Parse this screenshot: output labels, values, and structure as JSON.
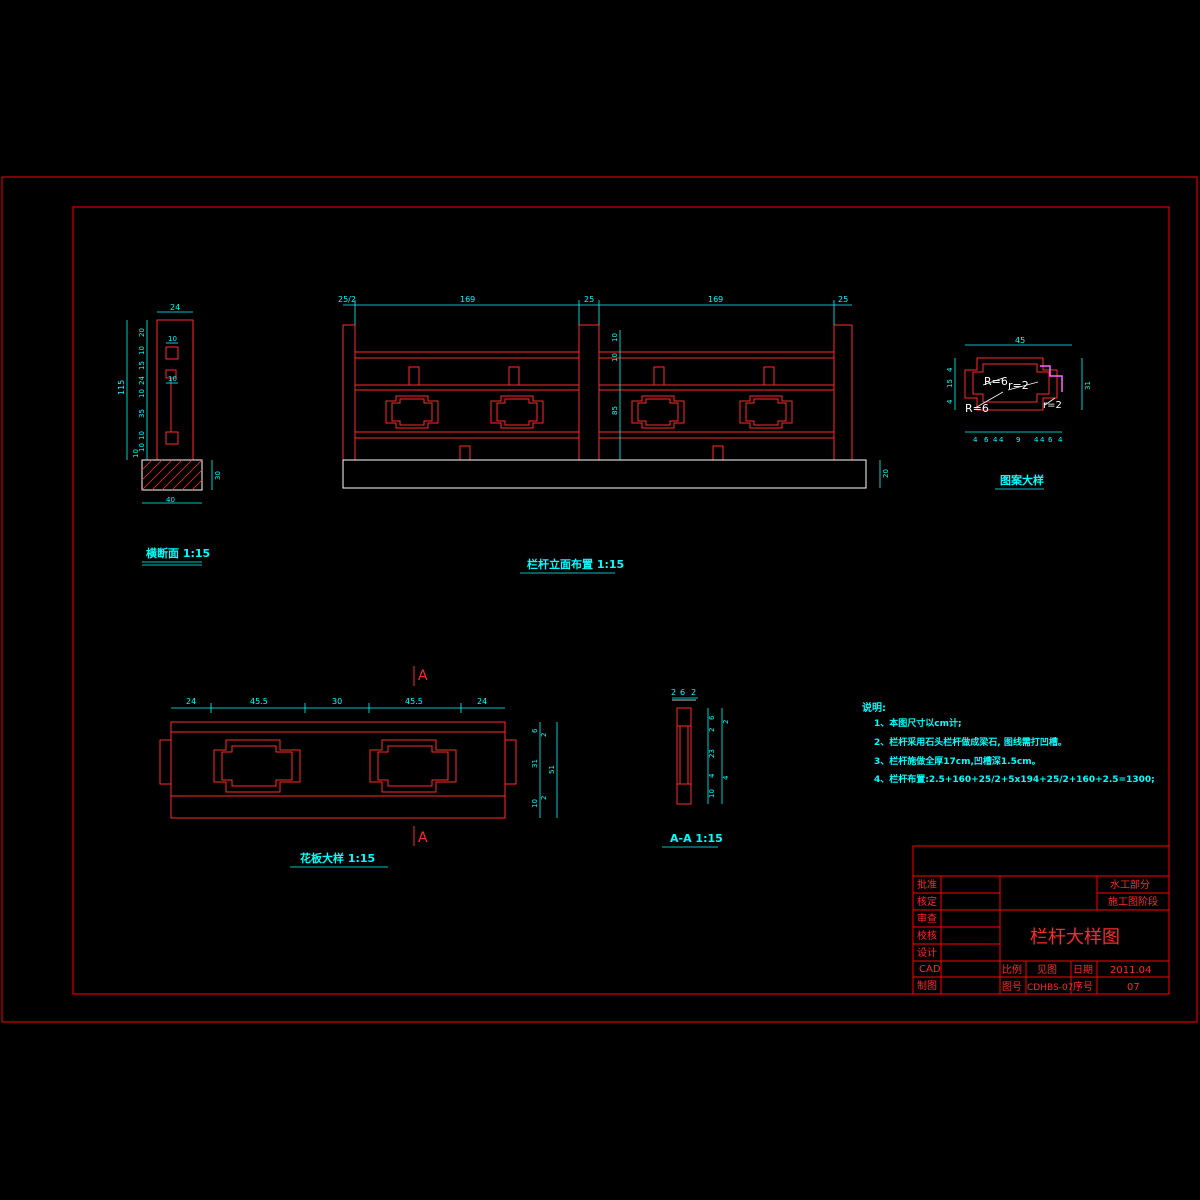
{
  "colors": {
    "frame": "#ff0000",
    "dim": "#00ffff",
    "text_cyan": "#00ffff",
    "bg": "#000000",
    "white": "#ffffff",
    "red": "#ff2a2a"
  },
  "section": {
    "title": "横断面 1:15",
    "dims": {
      "top": "24",
      "h_total": "115",
      "d1": "20",
      "d2": "10",
      "d3": "15",
      "d4": "24",
      "d5": "10",
      "d6": "35",
      "d7": "10",
      "d8": "10",
      "d9": "10",
      "base_w": "40",
      "base_h": "30",
      "lbl_a": "10",
      "lbl_b": "10"
    }
  },
  "elevation": {
    "title": "栏杆立面布置 1:15",
    "dims": {
      "a": "25/2",
      "b": "169",
      "c": "25",
      "d": "169",
      "e": "25",
      "v1": "10",
      "v2": "10",
      "v3": "85",
      "v4": "20"
    }
  },
  "pattern": {
    "title": "图案大样",
    "dims": {
      "top": "45",
      "right": "31",
      "r1": "R=6",
      "r2": "r=2",
      "r3": "R=6",
      "r4": "r=2",
      "left": [
        "4",
        "15",
        "4"
      ],
      "bottom": [
        "4",
        "6",
        "4",
        "4",
        "9",
        "4",
        "4",
        "6",
        "4"
      ]
    }
  },
  "panel": {
    "title": "花板大样   1:15",
    "cut": "A",
    "dims": {
      "top": [
        "24",
        "45.5",
        "30",
        "45.5",
        "24"
      ],
      "right": [
        "6",
        "31",
        "10"
      ],
      "right_total": "51",
      "right_small": [
        "2",
        "2"
      ]
    }
  },
  "aa": {
    "title": "A-A 1:15",
    "dims": {
      "top": [
        "2",
        "6",
        "2"
      ],
      "right": [
        "6",
        "2",
        "23",
        "4",
        "10"
      ],
      "right_small": [
        "2",
        "4"
      ]
    }
  },
  "notes": {
    "heading": "说明:",
    "lines": [
      "1、本图尺寸以cm计;",
      "2、栏杆采用石头栏杆做成梁石, 图线需打凹槽。",
      "3、栏杆施做全厚17cm,凹槽深1.5cm。",
      "4、栏杆布置:2.5+160+25/2+5x194+25/2+160+2.5=1300;"
    ]
  },
  "titleblock": {
    "rows": [
      "批准",
      "核定",
      "审查",
      "校核",
      "设计",
      "CAD",
      "制图"
    ],
    "org1": "水工部分",
    "org2": "施工图阶段",
    "drawing_title": "栏杆大样图",
    "scale_label": "比例",
    "scale_value": "见图",
    "date_label": "日期",
    "date_value": "2011.04",
    "no_label": "图号",
    "no_value": "CDHBS-07",
    "seq_label": "序号",
    "seq_value": "07"
  }
}
